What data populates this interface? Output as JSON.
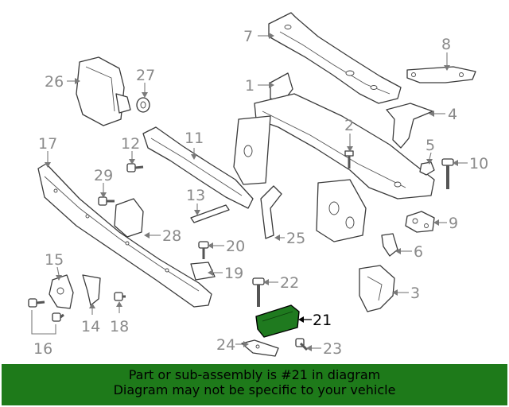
{
  "callouts": {
    "c1": "1",
    "c2": "2",
    "c3": "3",
    "c4": "4",
    "c5": "5",
    "c6": "6",
    "c7": "7",
    "c8": "8",
    "c9": "9",
    "c10": "10",
    "c11": "11",
    "c12": "12",
    "c13": "13",
    "c14": "14",
    "c15": "15",
    "c16": "16",
    "c17": "17",
    "c18": "18",
    "c19": "19",
    "c20": "20",
    "c21": "21",
    "c22": "22",
    "c23": "23",
    "c24": "24",
    "c25": "25",
    "c26": "26",
    "c27": "27",
    "c28": "28",
    "c29": "29"
  },
  "highlight": {
    "part_number": "21",
    "color": "#1e7a1a"
  },
  "banner": {
    "line1": "Part or sub-assembly is #21 in diagram",
    "line2": "Diagram may not be specific to your vehicle",
    "background": "#1e7a1a"
  }
}
